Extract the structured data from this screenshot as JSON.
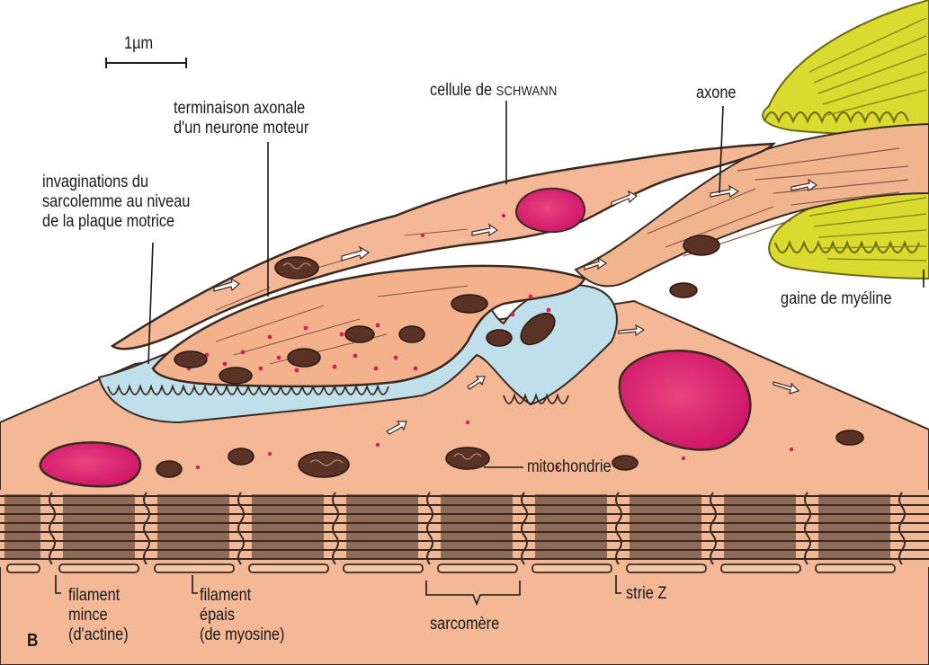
{
  "figure": {
    "panel_letter": "B",
    "scale_bar": "1µm"
  },
  "labels": {
    "schwann": {
      "prefix": "cellule de ",
      "name": "Schwann"
    },
    "axon_terminal": {
      "line1": "terminaison axonale",
      "line2": "d'un neurone moteur"
    },
    "invaginations": {
      "line1": "invaginations du",
      "line2": "sarcolemme au niveau",
      "line3": "de la plaque motrice"
    },
    "axone": "axone",
    "myelin": "gaine de myéline",
    "mitochondria": "mitochondrie",
    "thin_filament": {
      "line1": "filament",
      "line2": "mince",
      "line3": "(d'actine)"
    },
    "thick_filament": {
      "line1": "filament",
      "line2": "épais",
      "line3": "(de myosine)"
    },
    "sarcomere": "sarcomère",
    "z_line": "strie Z"
  },
  "colors": {
    "cytoplasm": "#f4b896",
    "cleft": "#bfe0ea",
    "nucleus": "#d8166f",
    "myelin": "#d8d828",
    "mitochondrion": "#5a3226",
    "outline": "#3b2a22",
    "vesicle": "#d41f57"
  }
}
